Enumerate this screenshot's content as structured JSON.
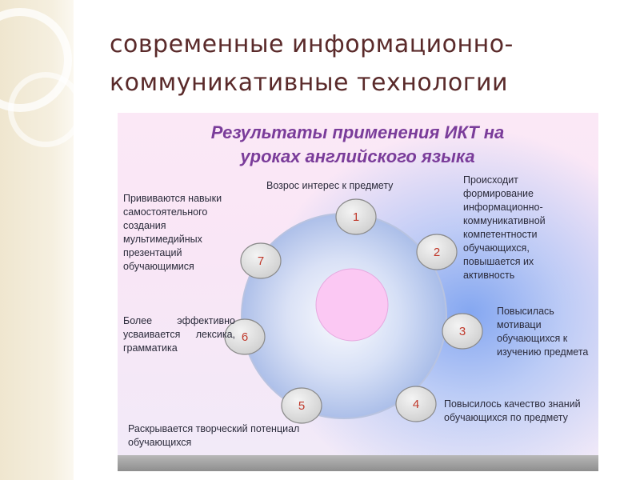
{
  "slide": {
    "title_line1": "современные информационно-",
    "title_line2": "коммуникативные технологии"
  },
  "diagram": {
    "heading_line1": "Результаты применения ИКТ на",
    "heading_line2": "уроках английского языка",
    "center_color": "#f9c4f1",
    "ring_color": "#c9d4ee",
    "nodes": [
      {
        "num": "1",
        "label": "Возрос интерес к предмету"
      },
      {
        "num": "2",
        "label": "Происходит формирование информационно-коммуникативной компетентности обучающихся, повышается их активность"
      },
      {
        "num": "3",
        "label": "Повысилась мотиваци обучающихся к изучению предмета"
      },
      {
        "num": "4",
        "label": "Повысилось качество знаний обучающихся по предмету"
      },
      {
        "num": "5",
        "label": "Раскрывается творческий потенциал обучающихся"
      },
      {
        "num": "6",
        "label": "Более эффективно усваивается лексика, грамматика"
      },
      {
        "num": "7",
        "label": "Прививаются навыки самостоятельного создания мультимедийных презентаций обучающимися"
      }
    ]
  }
}
